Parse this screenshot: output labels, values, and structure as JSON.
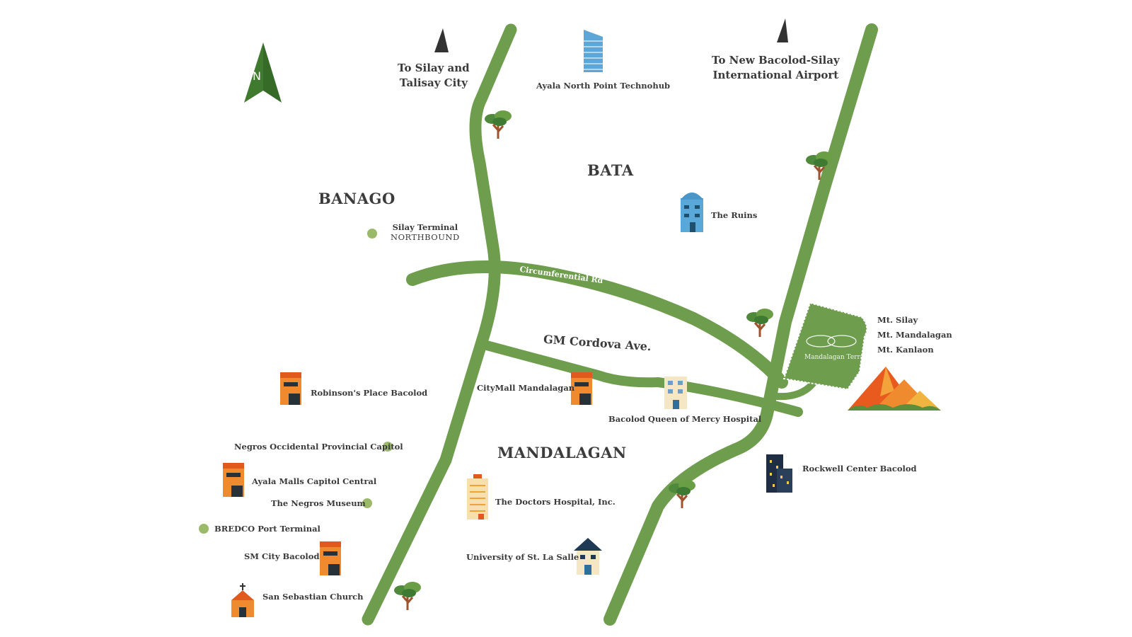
{
  "map": {
    "compass": {
      "letter": "N"
    },
    "directions": {
      "silay": {
        "line1": "To Silay and",
        "line2": "Talisay City"
      },
      "airport": {
        "line1": "To New Bacolod-Silay",
        "line2": "International Airport"
      }
    },
    "districts": {
      "banago": "BANAGO",
      "bata": "BATA",
      "mandalagan": "MANDALAGAN"
    },
    "roads": {
      "circumferential": "Circumferential Rd",
      "cordova": "GM Cordova Ave."
    },
    "landmarks": {
      "ayala_north_point": "Ayala North Point Technohub",
      "the_ruins": "The Ruins",
      "silay_terminal": {
        "name": "Silay Terminal",
        "sub": "NORTHBOUND"
      },
      "robinsons": "Robinson's Place Bacolod",
      "citymall": "CityMall Mandalagan",
      "queen_of_mercy": "Bacolod Queen of Mercy Hospital",
      "provincial_capitol": "Negros Occidental Provincial Capitol",
      "ayala_capitol": "Ayala Malls Capitol Central",
      "negros_museum": "The Negros Museum",
      "bredco": "BREDCO Port Terminal",
      "sm_city": "SM City Bacolod",
      "san_sebastian": "San Sebastian Church",
      "doctors_hospital": "The Doctors Hospital, Inc.",
      "st_la_salle": "University of St. La Salle",
      "rockwell": "Rockwell Center Bacolod"
    },
    "mountains": [
      "Mt. Silay",
      "Mt. Mandalagan",
      "Mt. Kanlaon"
    ],
    "property_logo": "Mandalagan Terraces",
    "colors": {
      "road": "#6e9e4d",
      "dot": "#9aba6a",
      "compass": "#3f7a2f",
      "arrow": "#333333"
    }
  }
}
